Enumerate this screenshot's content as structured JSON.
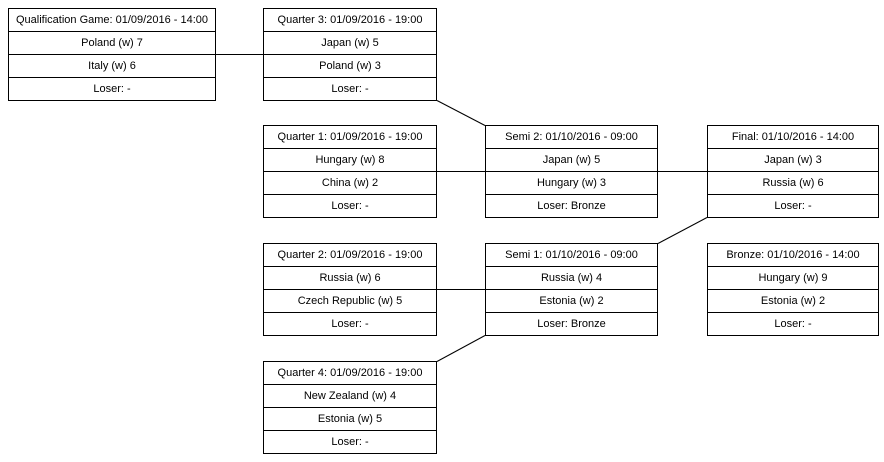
{
  "colors": {
    "background": "#ffffff",
    "border": "#000000",
    "text": "#000000"
  },
  "matches": [
    {
      "title": "Qualification Game: 01/09/2016 - 14:00",
      "team1": "Poland (w) 7",
      "team2": "Italy (w) 6",
      "loser": "Loser: -"
    },
    {
      "title": "Quarter 3: 01/09/2016 - 19:00",
      "team1": "Japan (w) 5",
      "team2": "Poland (w) 3",
      "loser": "Loser: -"
    },
    {
      "title": "Quarter 1: 01/09/2016 - 19:00",
      "team1": "Hungary (w) 8",
      "team2": "China (w) 2",
      "loser": "Loser: -"
    },
    {
      "title": "Semi 2: 01/10/2016 - 09:00",
      "team1": "Japan (w) 5",
      "team2": "Hungary (w) 3",
      "loser": "Loser: Bronze"
    },
    {
      "title": "Final: 01/10/2016 - 14:00",
      "team1": "Japan (w) 3",
      "team2": "Russia (w) 6",
      "loser": "Loser: -"
    },
    {
      "title": "Quarter 2: 01/09/2016 - 19:00",
      "team1": "Russia (w) 6",
      "team2": "Czech Republic (w) 5",
      "loser": "Loser: -"
    },
    {
      "title": "Semi 1: 01/10/2016 - 09:00",
      "team1": "Russia (w) 4",
      "team2": "Estonia (w) 2",
      "loser": "Loser: Bronze"
    },
    {
      "title": "Bronze: 01/10/2016 - 14:00",
      "team1": "Hungary (w) 9",
      "team2": "Estonia (w) 2",
      "loser": "Loser: -"
    },
    {
      "title": "Quarter 4: 01/09/2016 - 19:00",
      "team1": "New Zealand (w) 4",
      "team2": "Estonia (w) 5",
      "loser": "Loser: -"
    }
  ]
}
